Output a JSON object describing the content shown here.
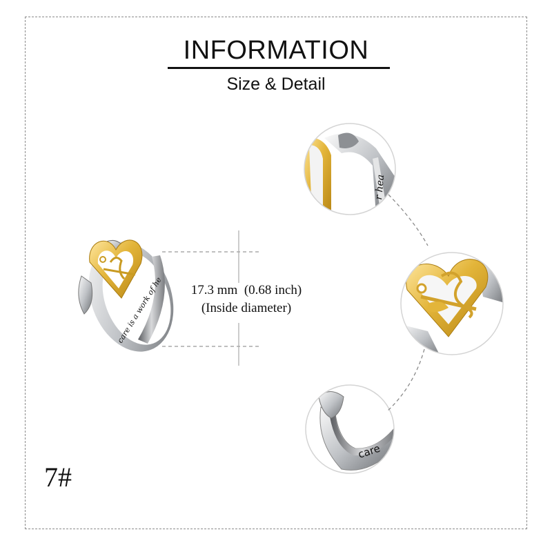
{
  "header": {
    "title": "INFORMATION",
    "subtitle": "Size & Detail"
  },
  "measurement": {
    "inside_diameter_mm": "17.3 mm",
    "inside_diameter_inch": "(0.68 inch)",
    "line1": "17.3 mm  (0.68 inch)",
    "line2": "(Inside diameter)"
  },
  "ring": {
    "engraving_visible": "care is a work of he",
    "engraving_detail_top": "r hea",
    "engraving_detail_bottom": "care"
  },
  "size_label": "7#",
  "colors": {
    "gold": "#E3B53A",
    "silver": "#C9CBCE",
    "dash": "#8A8A8A",
    "text": "#111111"
  },
  "detail_views": [
    {
      "name": "knot-detail",
      "icon": "celtic-knot-closeup"
    },
    {
      "name": "heart-caduceus-detail",
      "icon": "heart-caduceus-closeup"
    },
    {
      "name": "band-engraving-detail",
      "icon": "band-closeup"
    }
  ]
}
